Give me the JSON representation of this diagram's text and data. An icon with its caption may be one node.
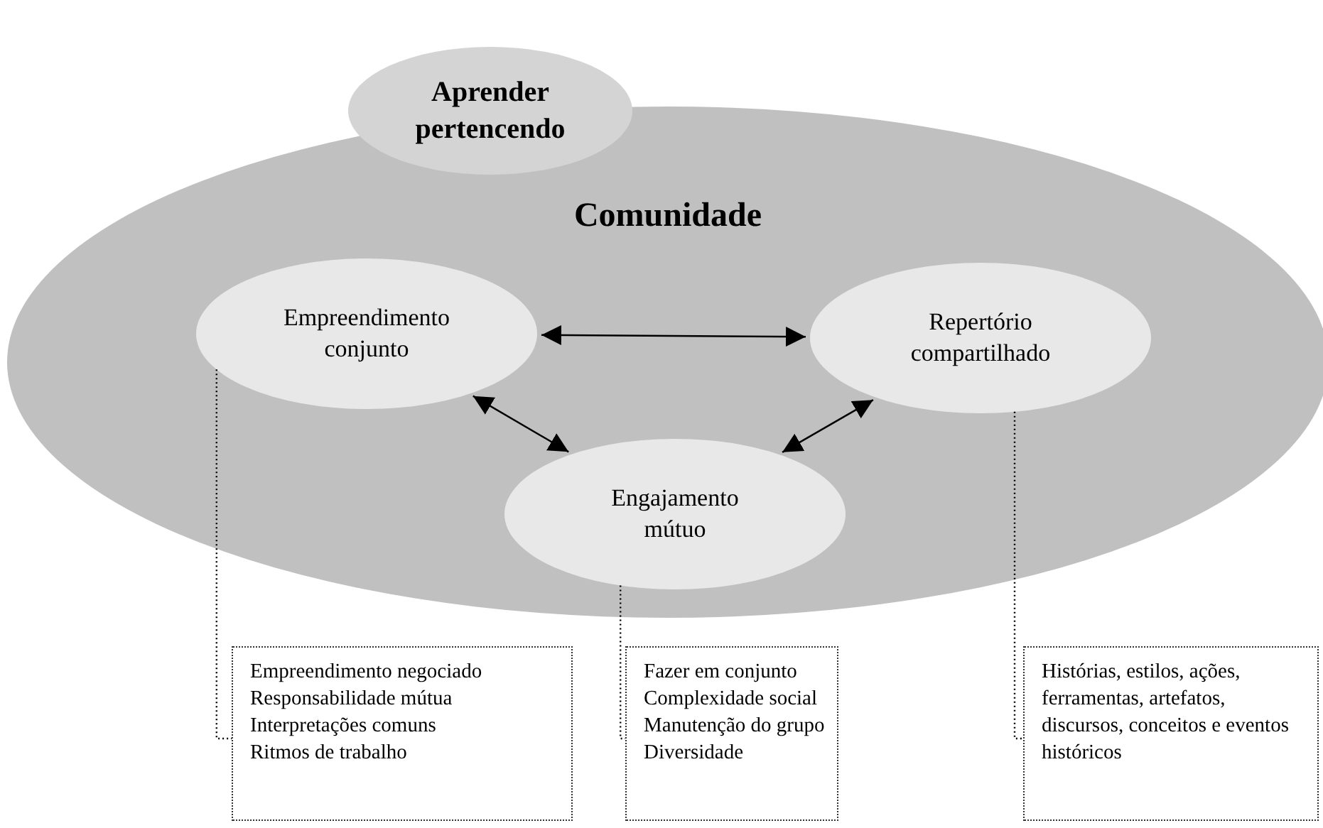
{
  "diagram": {
    "nodes": [
      {
        "text": [
          "Aprender pertencendo"
        ]
      },
      {
        "text": [
          "Comunidade"
        ]
      },
      {
        "text": [
          "Empreendimento conjunto"
        ],
        "in": 1
      },
      {
        "text": [
          "Repertório compartilhado"
        ],
        "in": 1
      },
      {
        "text": [
          "Engajamento mútuo"
        ],
        "in": 1
      },
      {
        "text": [
          "Empreendimento negociado",
          "Responsabilidade mútua",
          "Interpretações comuns",
          "Ritmos de trabalho"
        ]
      },
      {
        "text": [
          "Fazer em conjunto",
          "Complexidade social",
          "Manutenção do grupo",
          "Diversidade"
        ]
      },
      {
        "text": [
          "Histórias, estilos, ações, ferramentas, artefatos, discursos, conceitos e eventos históricos"
        ]
      }
    ],
    "edges": [
      {
        "from": 2,
        "to": 3,
        "arrow": "both"
      },
      {
        "from": 2,
        "to": 4,
        "arrow": "both"
      },
      {
        "from": 3,
        "to": 4,
        "arrow": "both"
      },
      {
        "from": 2,
        "to": 5,
        "arrow": "none",
        "style": "dashed"
      },
      {
        "from": 4,
        "to": 6,
        "arrow": "none",
        "style": "dashed"
      },
      {
        "from": 3,
        "to": 7,
        "arrow": "none",
        "style": "dashed"
      }
    ]
  }
}
